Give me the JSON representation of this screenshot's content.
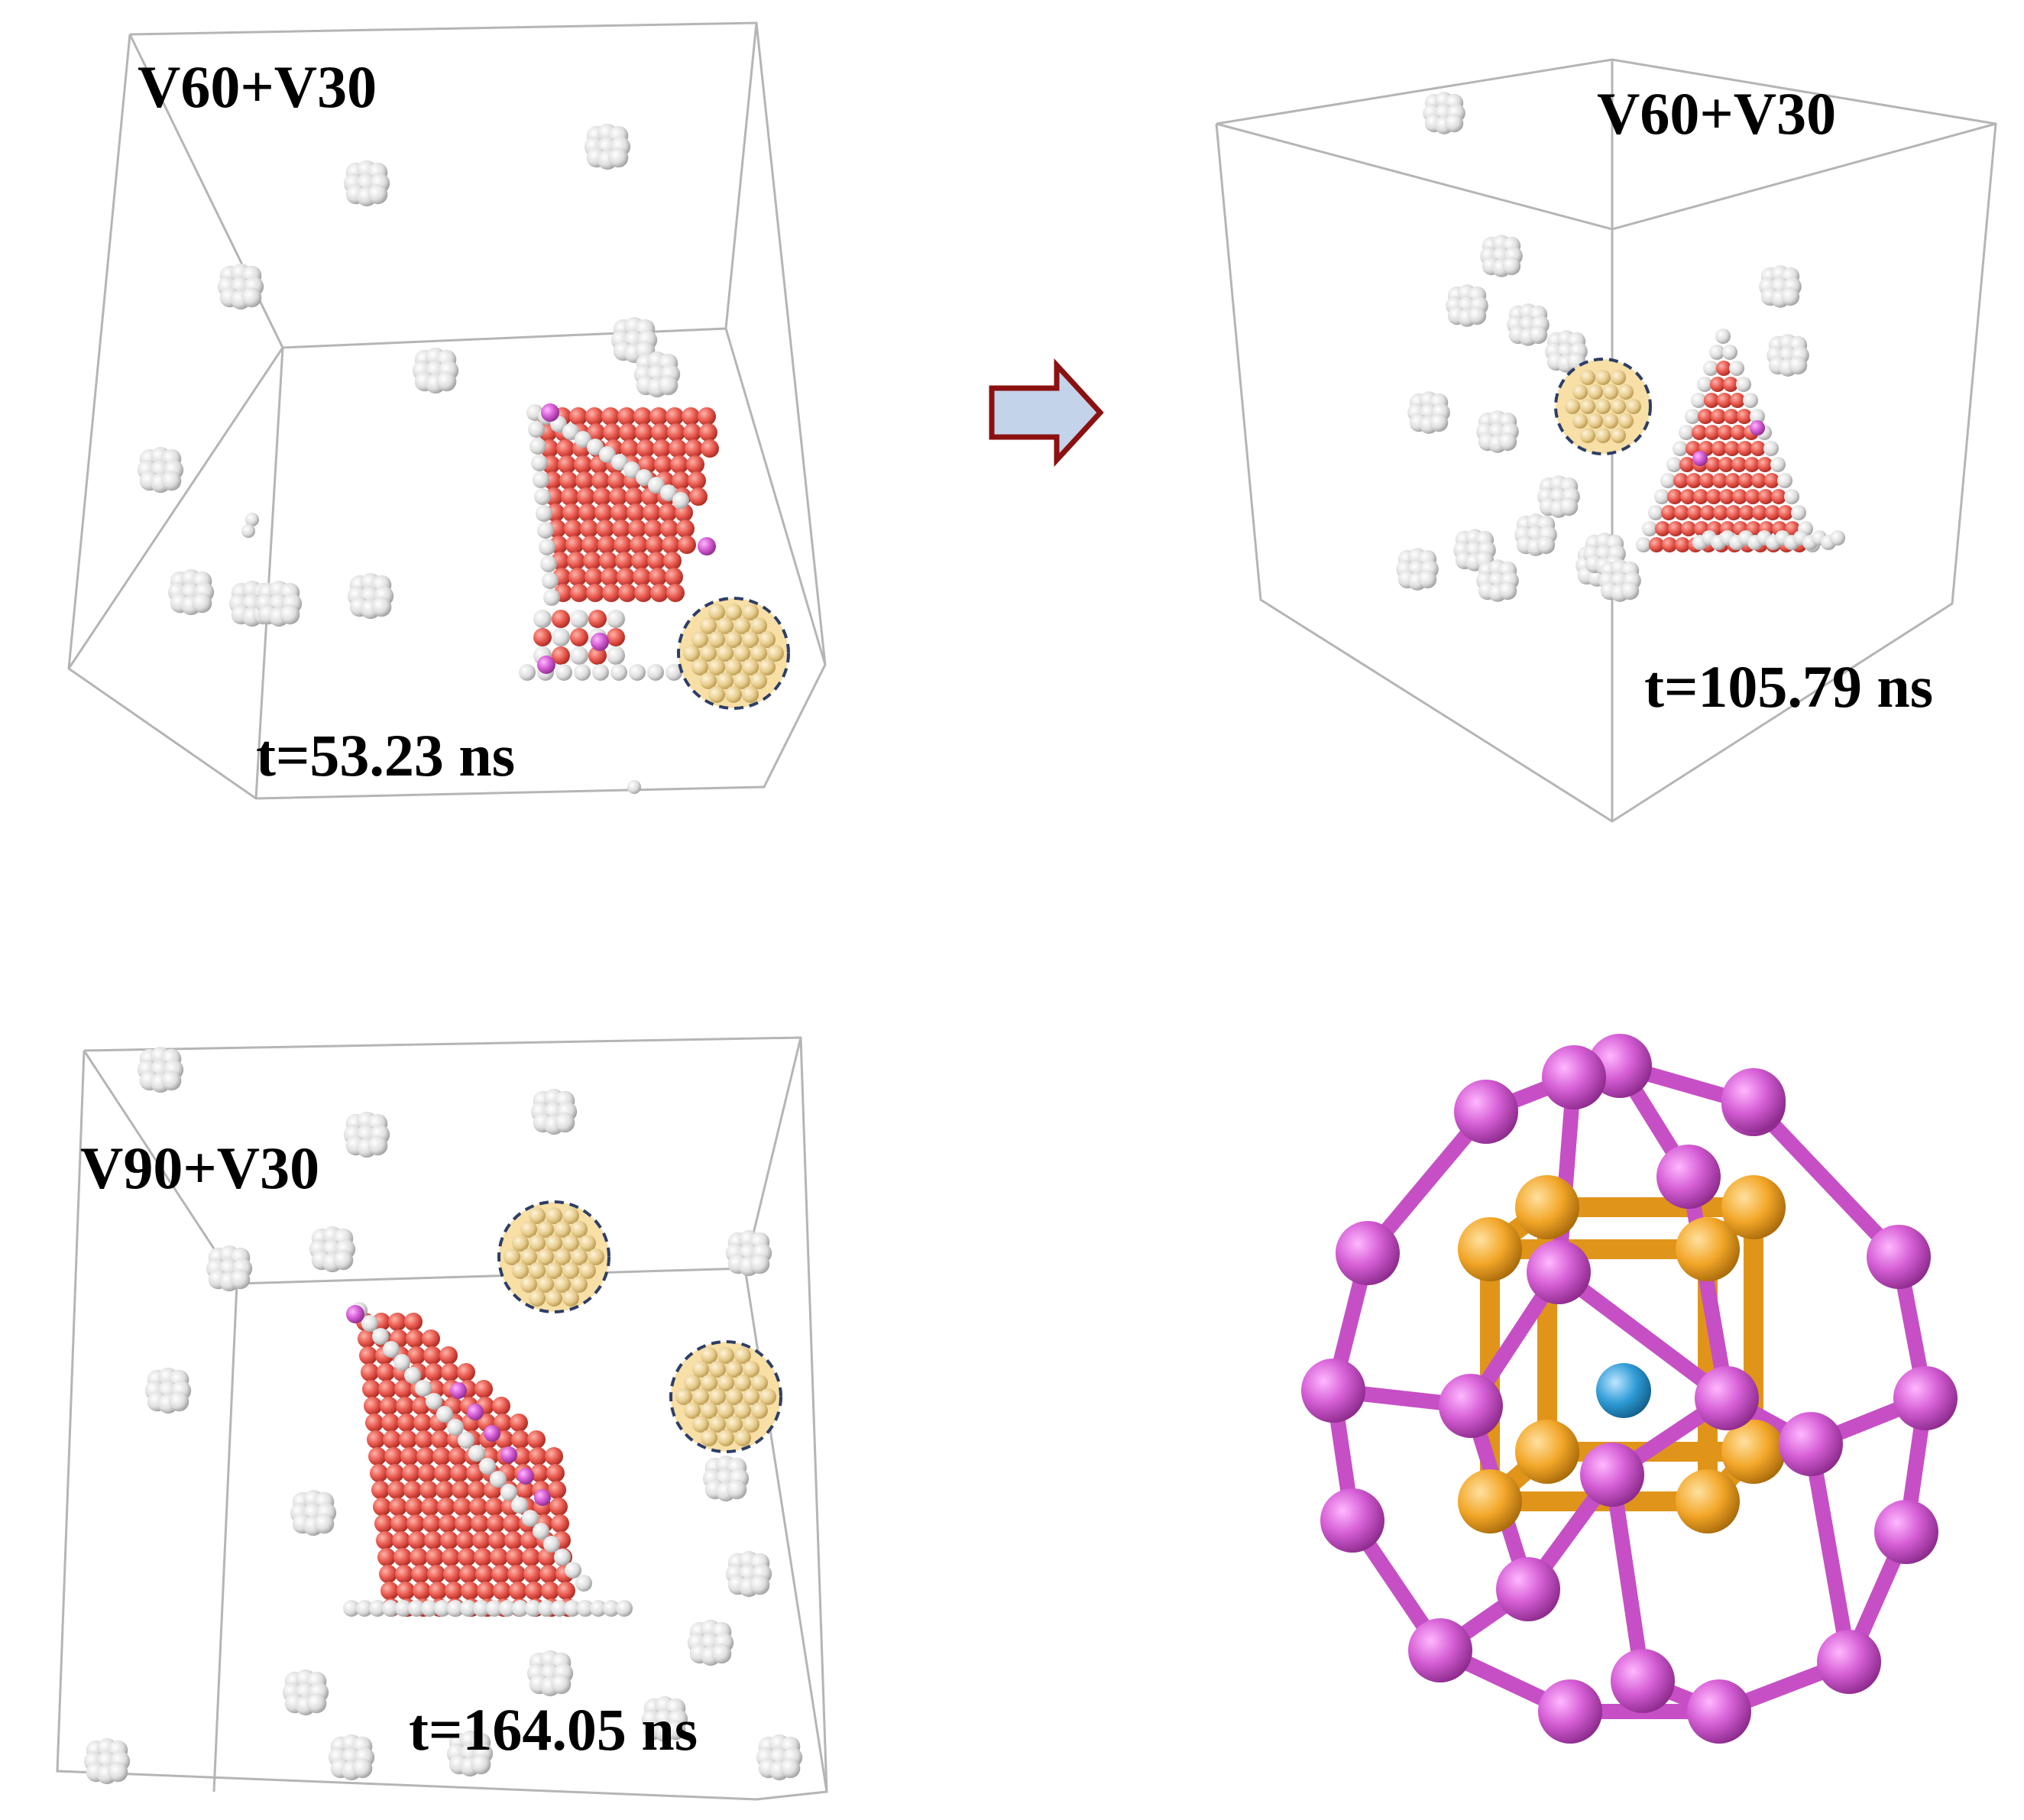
{
  "figure": {
    "panels": [
      {
        "id": "panel-top-left",
        "composition": "V60+V30",
        "time": "t=53.23 ns"
      },
      {
        "id": "panel-top-right",
        "composition": "V60+V30",
        "time": "t=105.79 ns"
      },
      {
        "id": "panel-bottom-left",
        "composition": "V90+V30",
        "time": "t=164.05 ns"
      },
      {
        "id": "panel-bottom-right",
        "composition": "",
        "time": ""
      }
    ],
    "colors": {
      "vacancy_atom": "#e8e8e8",
      "void_face_atom": "#e8594f",
      "edge_atom": "#ee11ee",
      "highlight_fill": "#f7dfa6",
      "highlight_stroke": "#2d3e66",
      "arrow_fill": "#c3d3ea",
      "arrow_stroke": "#8b1010",
      "cage_atom": "#d65fd6",
      "inner_cube_atom": "#f2a628",
      "center_atom": "#2e9bd6"
    }
  }
}
